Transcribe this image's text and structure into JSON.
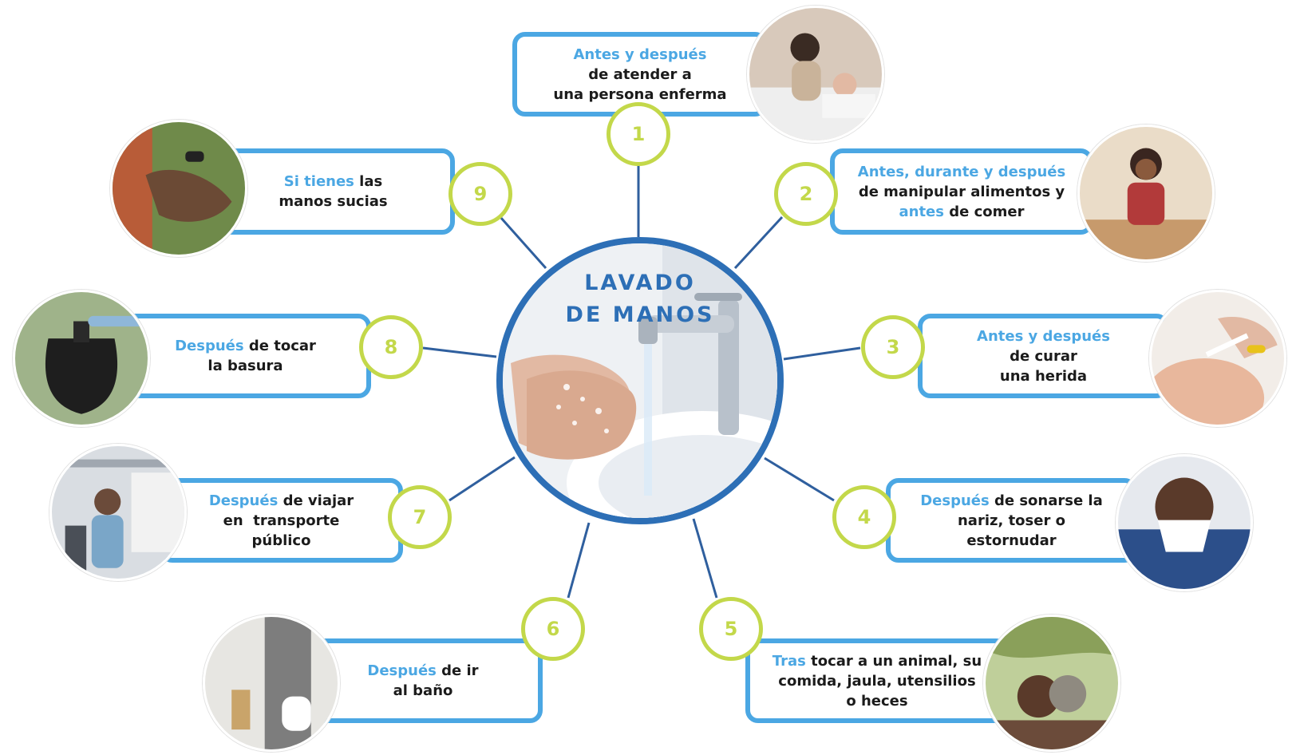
{
  "title": [
    "LAVADO",
    "DE MANOS"
  ],
  "colors": {
    "card_border": "#4ba7e3",
    "highlight": "#4ba7e3",
    "number_ring": "#c3d84a",
    "connector": "#2f5f9e",
    "center_ring": "#2d6fb6"
  },
  "items": [
    {
      "number": "1",
      "lines": [
        [
          {
            "t": "Antes y después",
            "hl": true
          }
        ],
        [
          {
            "t": "de atender a",
            "hl": false
          }
        ],
        [
          {
            "t": "una persona enferma",
            "hl": false
          }
        ]
      ],
      "icon": "caregiver-photo"
    },
    {
      "number": "2",
      "lines": [
        [
          {
            "t": "Antes, durante y después",
            "hl": true
          }
        ],
        [
          {
            "t": "de manipular alimentos y",
            "hl": false
          }
        ],
        [
          {
            "t": "antes",
            "hl": true
          },
          {
            "t": " de comer",
            "hl": false
          }
        ]
      ],
      "icon": "cooking-photo"
    },
    {
      "number": "3",
      "lines": [
        [
          {
            "t": "Antes y después",
            "hl": true
          }
        ],
        [
          {
            "t": "de curar",
            "hl": false
          }
        ],
        [
          {
            "t": "una herida",
            "hl": false
          }
        ]
      ],
      "icon": "wound-care-photo"
    },
    {
      "number": "4",
      "lines": [
        [
          {
            "t": "Después",
            "hl": true
          },
          {
            "t": " de sonarse la",
            "hl": false
          }
        ],
        [
          {
            "t": "nariz, toser o",
            "hl": false
          }
        ],
        [
          {
            "t": "estornudar",
            "hl": false
          }
        ]
      ],
      "icon": "sneezing-photo"
    },
    {
      "number": "5",
      "lines": [
        [
          {
            "t": "Tras",
            "hl": true
          },
          {
            "t": " tocar a un animal, su",
            "hl": false
          }
        ],
        [
          {
            "t": "comida, jaula, utensilios",
            "hl": false
          }
        ],
        [
          {
            "t": "o heces",
            "hl": false
          }
        ]
      ],
      "icon": "pet-photo"
    },
    {
      "number": "6",
      "lines": [
        [
          {
            "t": "Después",
            "hl": true
          },
          {
            "t": " de ir",
            "hl": false
          }
        ],
        [
          {
            "t": "al baño",
            "hl": false
          }
        ]
      ],
      "icon": "bathroom-photo"
    },
    {
      "number": "7",
      "lines": [
        [
          {
            "t": "Después",
            "hl": true
          },
          {
            "t": " de viajar",
            "hl": false
          }
        ],
        [
          {
            "t": "en  transporte",
            "hl": false
          }
        ],
        [
          {
            "t": "público",
            "hl": false
          }
        ]
      ],
      "icon": "public-transport-photo"
    },
    {
      "number": "8",
      "lines": [
        [
          {
            "t": "Después",
            "hl": true
          },
          {
            "t": " de tocar",
            "hl": false
          }
        ],
        [
          {
            "t": "la basura",
            "hl": false
          }
        ]
      ],
      "icon": "trash-bag-photo"
    },
    {
      "number": "9",
      "lines": [
        [
          {
            "t": "Si tienes",
            "hl": true
          },
          {
            "t": " las",
            "hl": false
          }
        ],
        [
          {
            "t": "manos sucias",
            "hl": false
          }
        ]
      ],
      "icon": "dirty-hands-photo"
    }
  ]
}
